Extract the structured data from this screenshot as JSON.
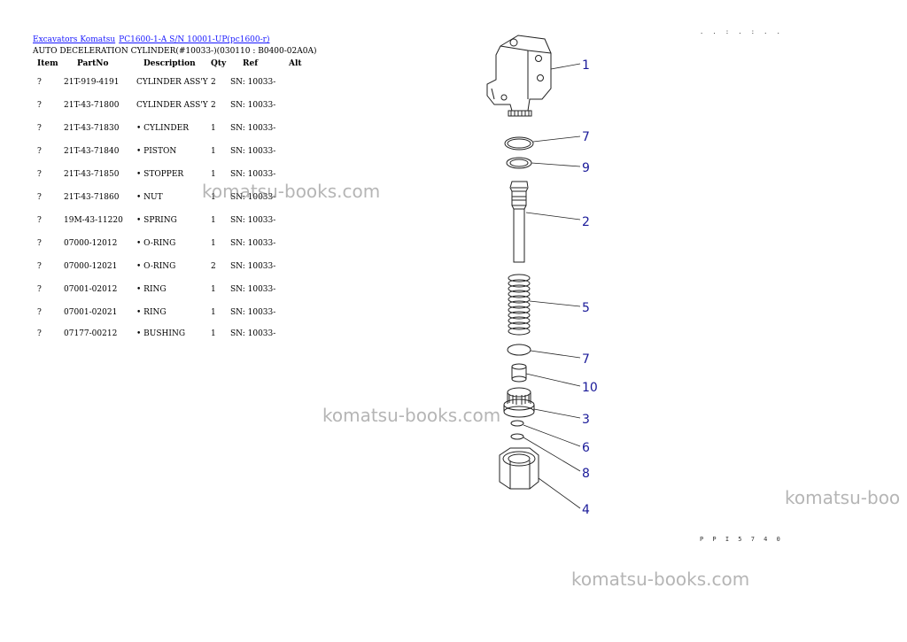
{
  "breadcrumb": {
    "link1": "Excavators Komatsu",
    "link2": "PC1600-1-A S/N 10001-UP(pc1600-r)"
  },
  "page_title": "AUTO DECELERATION CYLINDER(#10033-)(030110 : B0400-02A0A)",
  "table": {
    "headers": [
      "Item",
      "PartNo",
      "Description",
      "Qty",
      "Ref",
      "Alt"
    ],
    "rows": [
      {
        "item": "?",
        "part": "21T-919-4191",
        "desc": "CYLINDER ASS'Y",
        "qty": "2",
        "ref": "SN: 10033-"
      },
      {
        "item": "?",
        "part": "21T-43-71800",
        "desc": "CYLINDER ASS'Y",
        "qty": "2",
        "ref": "SN: 10033-"
      },
      {
        "item": "?",
        "part": "21T-43-71830",
        "desc": "• CYLINDER",
        "qty": "1",
        "ref": "SN: 10033-"
      },
      {
        "item": "?",
        "part": "21T-43-71840",
        "desc": "• PISTON",
        "qty": "1",
        "ref": "SN: 10033-"
      },
      {
        "item": "?",
        "part": "21T-43-71850",
        "desc": "• STOPPER",
        "qty": "1",
        "ref": "SN: 10033-"
      },
      {
        "item": "?",
        "part": "21T-43-71860",
        "desc": "• NUT",
        "qty": "1",
        "ref": "SN: 10033-"
      },
      {
        "item": "?",
        "part": "19M-43-11220",
        "desc": "• SPRING",
        "qty": "1",
        "ref": "SN: 10033-"
      },
      {
        "item": "?",
        "part": "07000-12012",
        "desc": "• O-RING",
        "qty": "1",
        "ref": "SN: 10033-"
      },
      {
        "item": "?",
        "part": "07000-12021",
        "desc": "• O-RING",
        "qty": "2",
        "ref": "SN: 10033-"
      },
      {
        "item": "?",
        "part": "07001-02012",
        "desc": "• RING",
        "qty": "1",
        "ref": "SN: 10033-"
      },
      {
        "item": "?",
        "part": "07001-02021",
        "desc": "• RING",
        "qty": "1",
        "ref": "SN: 10033-"
      },
      {
        "item": "?",
        "part": "07177-00212",
        "desc": "• BUSHING",
        "qty": "1",
        "ref": "SN: 10033-"
      }
    ]
  },
  "watermarks": [
    "komatsu-books.com",
    "komatsu-books.com",
    "komatsu-boo",
    "komatsu-books.com"
  ],
  "diagram": {
    "callouts": [
      "1",
      "7",
      "9",
      "2",
      "5",
      "7",
      "10",
      "3",
      "6",
      "8",
      "4"
    ],
    "corner_mark": ". . : . : . .",
    "figure_code": "P P I 5 7 4 0"
  },
  "colors": {
    "link": "#1a1aff",
    "callout": "#1a1a99",
    "watermark": "#888888"
  }
}
